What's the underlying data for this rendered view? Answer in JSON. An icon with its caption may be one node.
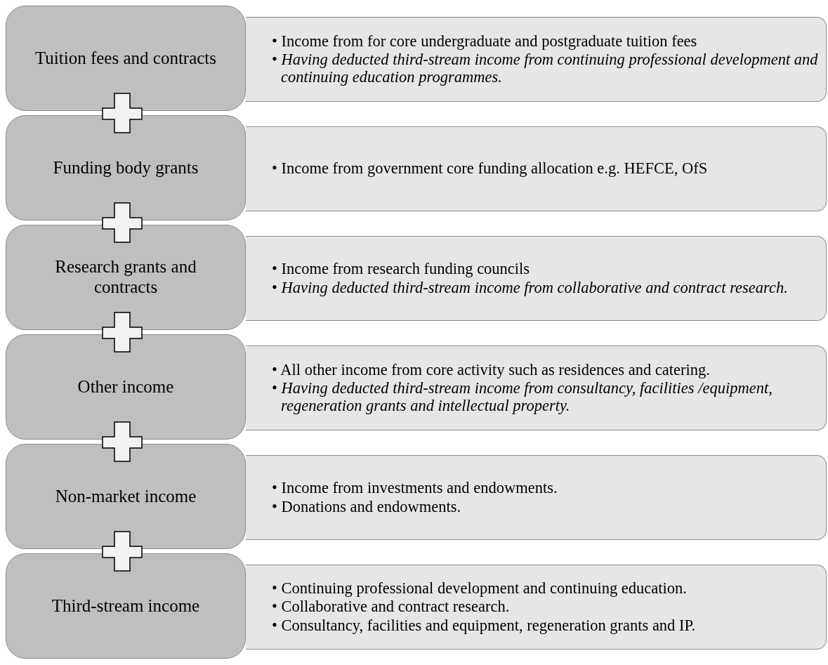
{
  "diagram": {
    "nodes": [
      {
        "text": [
          "Tuition fees and contracts"
        ]
      },
      {
        "text": [
          "• Income from for core undergraduate and postgraduate tuition fees",
          "• *Having deducted third-stream income from continuing professional development and continuing education programmes.*"
        ]
      },
      {
        "text": [
          "Funding body grants"
        ]
      },
      {
        "text": [
          "• Income from government core funding allocation e.g. HEFCE, OfS"
        ]
      },
      {
        "text": [
          "Research grants and contracts"
        ]
      },
      {
        "text": [
          "• Income from research funding councils",
          "• *Having deducted third-stream income from collaborative and contract research.*"
        ]
      },
      {
        "text": [
          "Other income"
        ]
      },
      {
        "text": [
          "• All other income from core activity such as residences and catering.",
          "• *Having deducted third-stream income from consultancy, facilities /equipment, regeneration grants and intellectual property.*"
        ]
      },
      {
        "text": [
          "Non-market income"
        ]
      },
      {
        "text": [
          "• Income from investments and endowments.",
          "• Donations and endowments."
        ]
      },
      {
        "text": [
          "Third-stream income"
        ]
      },
      {
        "text": [
          "• Continuing professional development and continuing education.",
          "• Collaborative and contract research.",
          "• Consultancy, facilities and equipment, regeneration grants and IP."
        ]
      }
    ]
  }
}
